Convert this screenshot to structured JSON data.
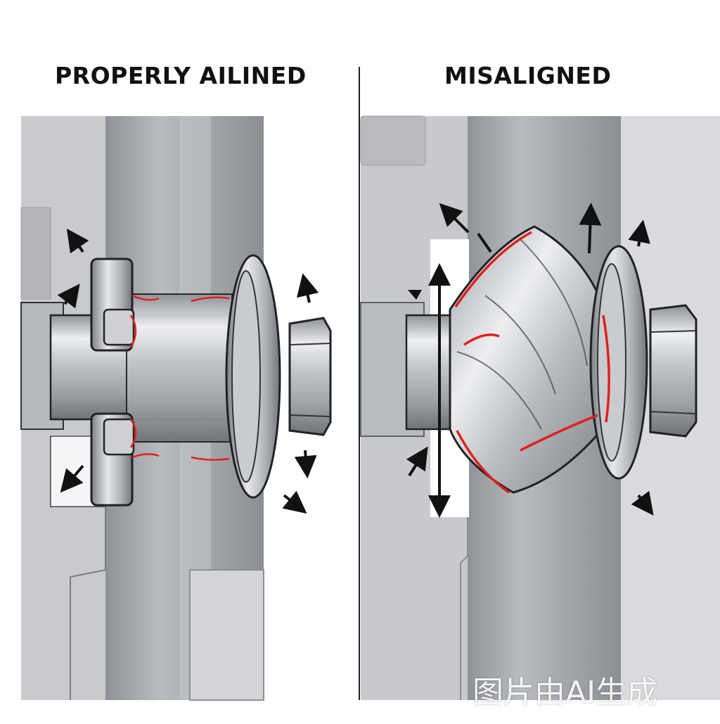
{
  "panels": {
    "left": {
      "title": "PROPERLY AILINED"
    },
    "right": {
      "title": "MISALIGNED"
    }
  },
  "watermark": "图片由AI生成",
  "colors": {
    "background": "#ffffff",
    "housing": "#c9cbce",
    "shaft_dark": "#8a8d92",
    "metal_light": "#e4e6e9",
    "outline": "#1a1a1a",
    "stress_highlight": "#e0201e"
  },
  "icons": [
    "motion-arrow-icon"
  ]
}
